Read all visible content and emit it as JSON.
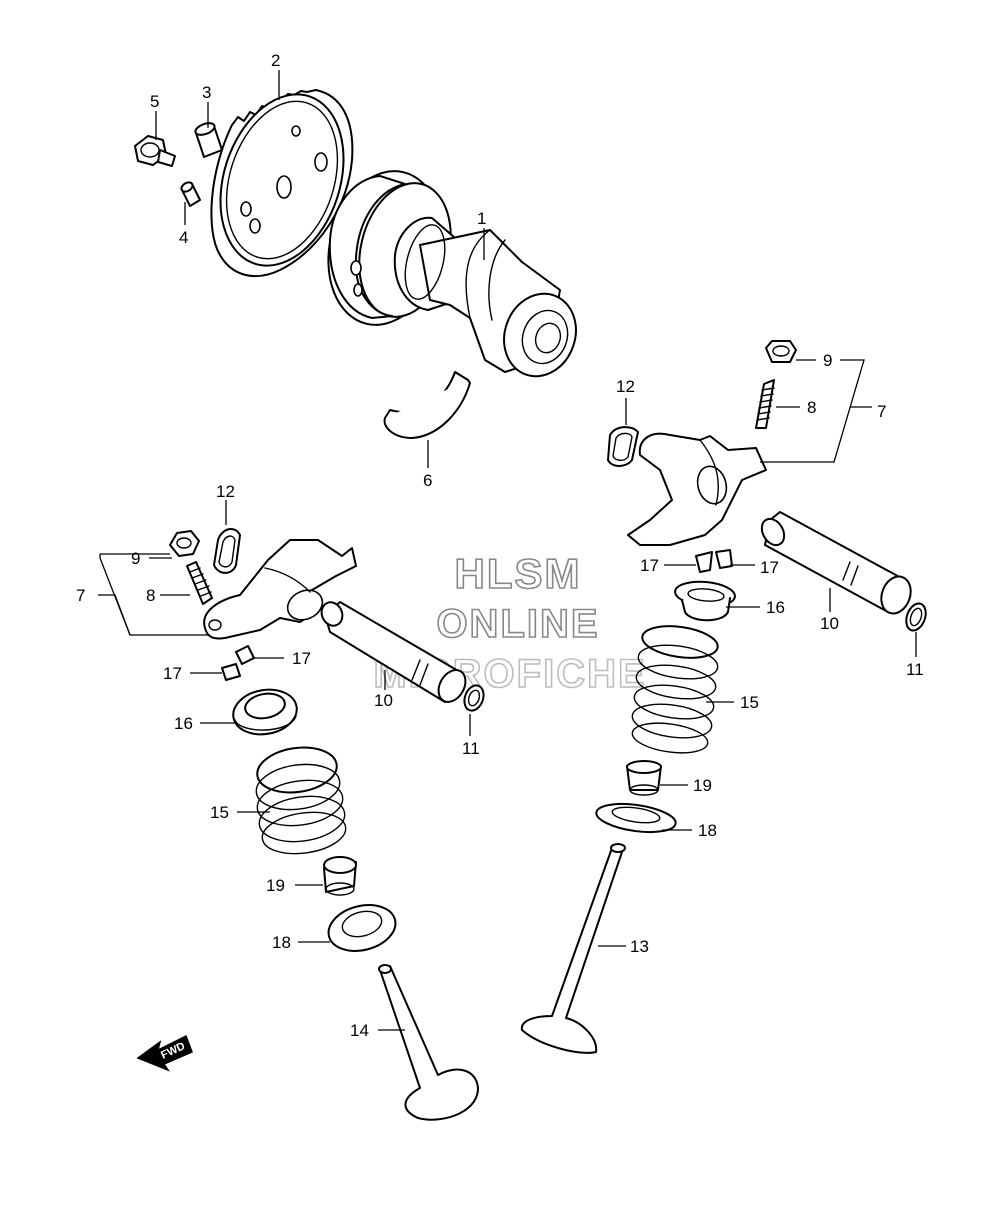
{
  "callouts": {
    "c1": "1",
    "c2": "2",
    "c3": "3",
    "c4": "4",
    "c5": "5",
    "c6": "6",
    "c7_left": "7",
    "c7_right": "7",
    "c8_left": "8",
    "c8_right": "8",
    "c9_left": "9",
    "c9_right": "9",
    "c10_left": "10",
    "c10_right": "10",
    "c11_left": "11",
    "c11_right": "11",
    "c12_left": "12",
    "c12_right": "12",
    "c13": "13",
    "c14": "14",
    "c15_left": "15",
    "c15_right": "15",
    "c16_left": "16",
    "c16_right": "16",
    "c17_left_a": "17",
    "c17_left_b": "17",
    "c17_right_a": "17",
    "c17_right_b": "17",
    "c18_left": "18",
    "c18_right": "18",
    "c19_left": "19",
    "c19_right": "19"
  },
  "watermark": {
    "line1": "HLSM",
    "line2": "ONLINE",
    "line3": "MICROFICHE"
  },
  "fwd_label": "FWD",
  "colors": {
    "line": "#000000",
    "background": "#ffffff",
    "watermark_outline": "#888888"
  }
}
